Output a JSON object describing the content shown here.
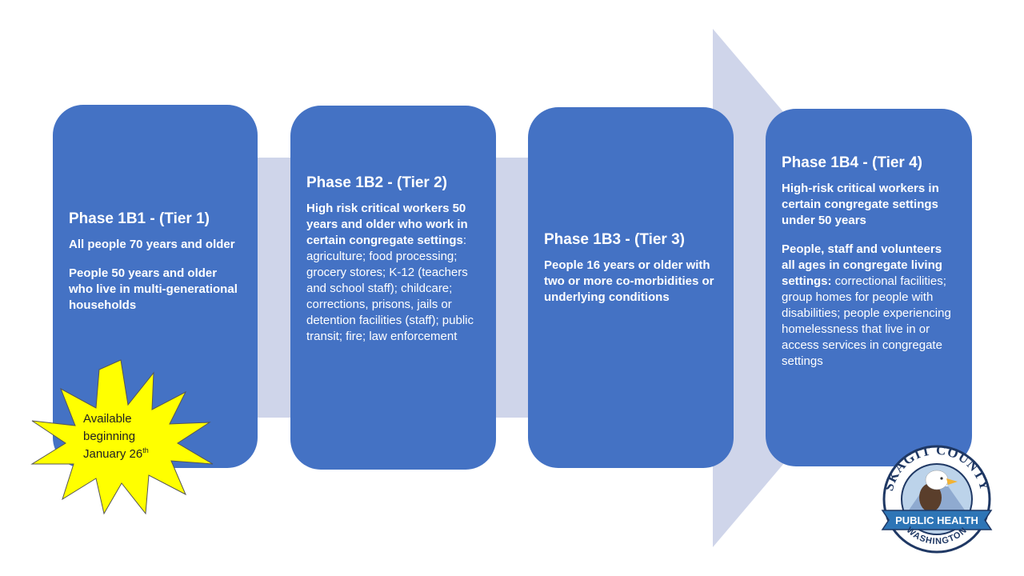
{
  "phases": [
    {
      "title": "Phase 1B1 - (Tier 1)",
      "items": [
        "All people 70 years and older",
        "People 50 years and older who live in multi-generational households"
      ]
    },
    {
      "title": "Phase 1B2 - (Tier 2)",
      "bold_lead": "High risk critical workers 50 years and older who work in certain congregate settings",
      "detail": ": agriculture; food processing; grocery stores; K-12 (teachers and school staff); childcare; corrections, prisons, jails or detention facilities (staff); public transit; fire; law enforcement"
    },
    {
      "title": "Phase 1B3 - (Tier 3)",
      "items": [
        "People 16 years or older with two or more co-morbidities or underlying conditions"
      ]
    },
    {
      "title": "Phase 1B4 - (Tier 4)",
      "item1": "High-risk critical workers in certain congregate settings under 50 years",
      "bold_lead": "People, staff and volunteers all ages in congregate living settings:",
      "detail": " correctional facilities; group homes for people with disabilities; people experiencing homelessness that live in or access services in congregate settings"
    }
  ],
  "burst": {
    "line1": "Available",
    "line2": "beginning",
    "line3": "January 26",
    "sup": "th",
    "color": "#ffff00"
  },
  "logo": {
    "top_text": "SKAGIT COUNTY",
    "banner_text": "PUBLIC HEALTH",
    "bottom_text": "WASHINGTON"
  },
  "colors": {
    "card": "#4472c4",
    "arrow": "#cfd5ea",
    "burst": "#ffff00"
  }
}
